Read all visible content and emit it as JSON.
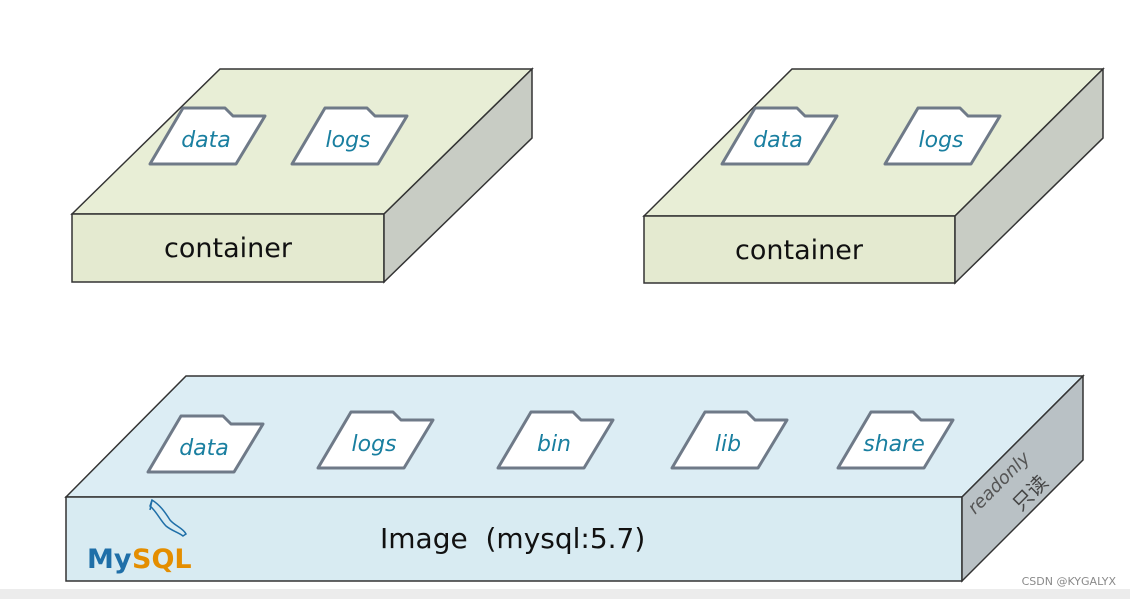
{
  "containers": [
    {
      "label": "container",
      "folders": [
        "data",
        "logs"
      ]
    },
    {
      "label": "container",
      "folders": [
        "data",
        "logs"
      ]
    }
  ],
  "image": {
    "label": "Image  (mysql:5.7)",
    "folders": [
      "data",
      "logs",
      "bin",
      "lib",
      "share"
    ],
    "side_label_en": "readonly",
    "side_label_cn": "只读",
    "logo_my": "My",
    "logo_sql": "SQL"
  },
  "watermark": "CSDN @KYGALYX",
  "colors": {
    "container_top": "#e8eed6",
    "container_front": "#e4ead0",
    "container_side": "#c8ccc4",
    "image_top": "#dcedf4",
    "image_front": "#d8ebf2",
    "image_side": "#b9c1c5",
    "folder_stroke": "#6f7a88",
    "folder_text": "#1a7fa0",
    "mysql_blue": "#1f6fa8",
    "mysql_orange": "#e48e00"
  },
  "icons": [
    "folder-icon",
    "mysql-dolphin-icon"
  ]
}
